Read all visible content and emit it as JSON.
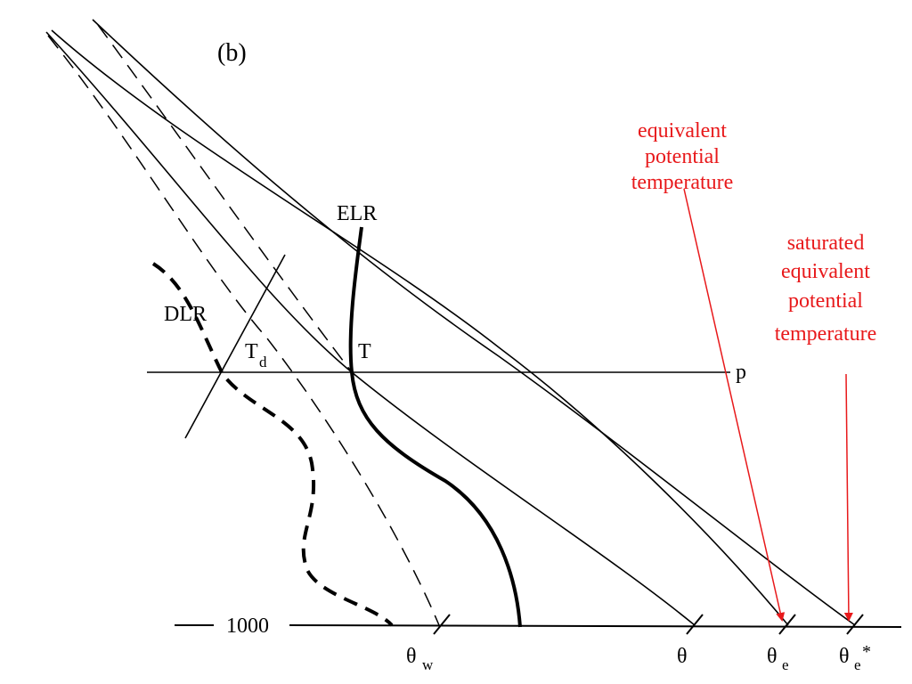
{
  "panel_label": "(b)",
  "labels": {
    "elr": "ELR",
    "dlr": "DLR",
    "t": "T",
    "td_main": "T",
    "td_sub": "d",
    "p": "p",
    "pressure_1000": "1000"
  },
  "axis_ticks": {
    "theta_w_main": "θ",
    "theta_w_sub": "w",
    "theta": "θ",
    "theta_e_main": "θ",
    "theta_e_sub": "e",
    "theta_es_main": "θ",
    "theta_es_sub": "e",
    "theta_es_sup": "*"
  },
  "annotations": {
    "equivalent": [
      "equivalent",
      "potential",
      "temperature"
    ],
    "saturated": [
      "saturated",
      "equivalent",
      "potential",
      "temperature"
    ]
  },
  "colors": {
    "line": "#000000",
    "annotation": "#e8191b"
  }
}
